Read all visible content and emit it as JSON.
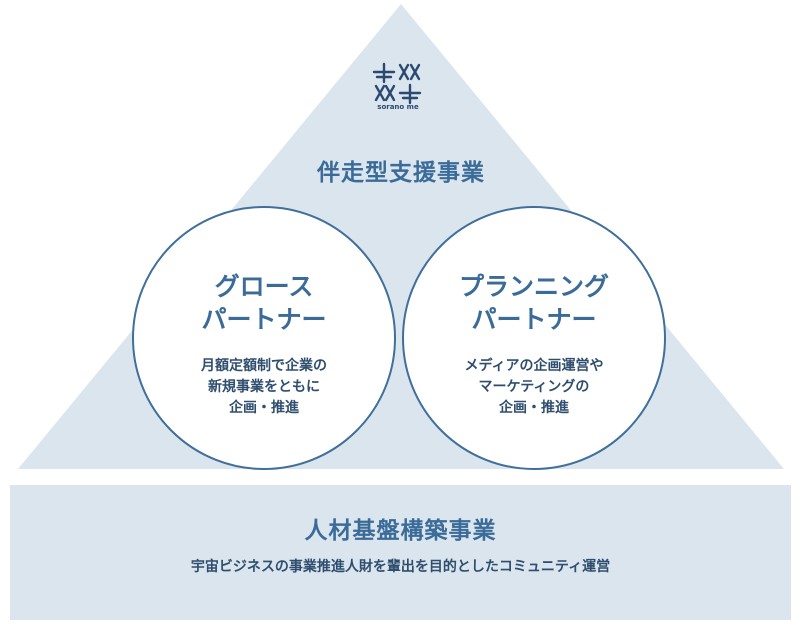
{
  "colors": {
    "triangle_fill": "#dbe5ee",
    "base_fill": "#dbe5ee",
    "accent_text": "#3b6b98",
    "body_text": "#2f4e6e",
    "circle_border": "#3f6f9a"
  },
  "logo": {
    "icon": "sorano-me-logo-icon",
    "wordmark": "sorano me"
  },
  "pyramid": {
    "title": "伴走型支援事業",
    "circles": [
      {
        "title_line1": "グロース",
        "title_line2": "パートナー",
        "desc_lines": [
          "月額定額制で企業の",
          "新規事業をともに",
          "企画・推進"
        ]
      },
      {
        "title_line1": "プランニング",
        "title_line2": "パートナー",
        "desc_lines": [
          "メディアの企画運営や",
          "マーケティングの",
          "企画・推進"
        ]
      }
    ]
  },
  "base": {
    "title": "人材基盤構築事業",
    "description": "宇宙ビジネスの事業推進人財を輩出を目的としたコミュニティ運営"
  }
}
